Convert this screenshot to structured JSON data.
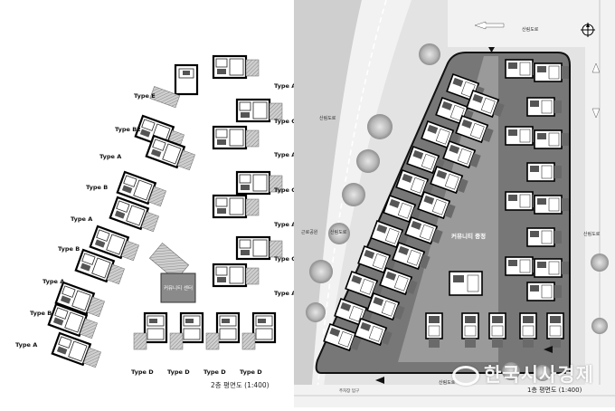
{
  "left_plan": {
    "title": "2층 평면도 (1:400)",
    "community_center": "커뮤니티 센터",
    "left_column_labels": [
      "Type E",
      "Type B2",
      "Type A",
      "Type B",
      "Type A",
      "Type B",
      "Type A",
      "Type B",
      "Type A"
    ],
    "right_column_labels": [
      "Type A",
      "Type C",
      "Type A",
      "Type C",
      "Type A",
      "Type C",
      "Type A"
    ],
    "bottom_labels": [
      "Type D",
      "Type D",
      "Type D",
      "Type D"
    ]
  },
  "site_plan": {
    "title": "1층 평면도 (1:400)",
    "courtyard": "커뮤니티 중정",
    "road_top": "산림도로",
    "road_left": "산림도로",
    "road_left_2": "산림도로",
    "road_right": "산림도로",
    "road_mid": "근로공원",
    "road_bottom": "산림도로",
    "bottom_entry": "주차장 입구"
  },
  "watermark": "한국시사경제"
}
